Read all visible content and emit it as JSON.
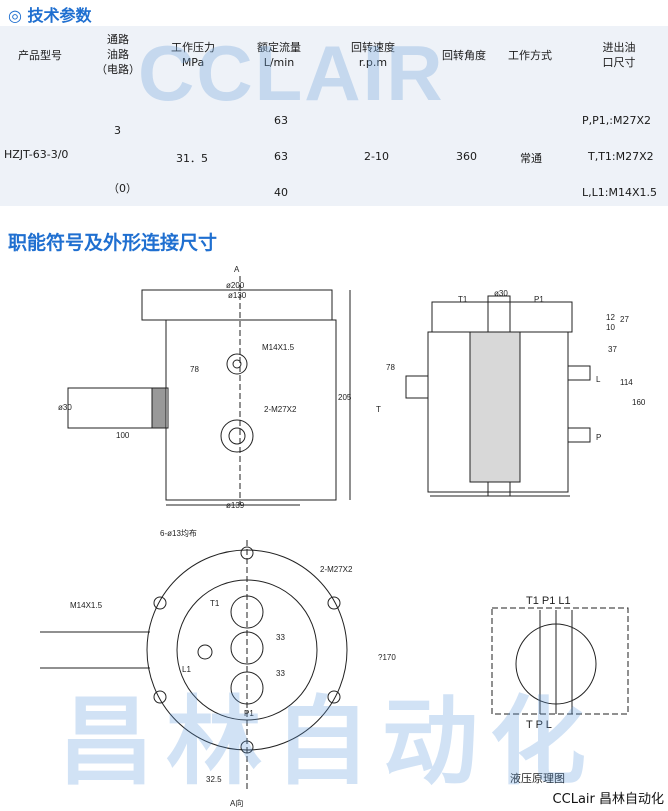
{
  "section_params": "◎ 技术参数",
  "section_symbols": "职能符号及外形连接尺寸",
  "table": {
    "headers": [
      "产品型号",
      "通路\n油路\n（电路）",
      "工作压力\nMPa",
      "额定流量\nL/min",
      "回转速度\nr.p.m",
      "回转角度",
      "工作方式",
      "进出油\n口尺寸"
    ],
    "model": "HZJT-63-3/0",
    "passages": [
      "3",
      "（0）"
    ],
    "pressure": "31．5",
    "flows": [
      "63",
      "63",
      "40"
    ],
    "speed": "2-10",
    "angle": "360",
    "mode": "常通",
    "ports": [
      "P,P1,:M27X2",
      "T,T1:M27X2",
      "L,L1:M14X1.5"
    ]
  },
  "drawing_labels": {
    "front": {
      "a_mark": "A",
      "d200": "ø200",
      "d130": "ø130",
      "m14": "M14X1.5",
      "m27": "2-M27X2",
      "d30": "ø30",
      "l100": "100",
      "h78": "78",
      "h205": "205",
      "d139": "ø139"
    },
    "section": {
      "t1": "T1",
      "p1": "P1",
      "d30": "ø30",
      "l": "L",
      "t": "T",
      "p": "P",
      "h78": "78",
      "h12": "12",
      "h10": "10",
      "h37": "37",
      "h114": "114",
      "h160": "160",
      "h27": "27"
    },
    "bottom": {
      "holes": "6-ø13均布",
      "m27": "2-M27X2",
      "m14": "M14X1.5",
      "t1": "T1",
      "l1": "L1",
      "p1": "P1",
      "d33a": "33",
      "d33b": "33",
      "d170": "?170",
      "d325": "32.5",
      "a_view": "A向"
    },
    "symbol": {
      "top": "T1 P1 L1",
      "bottom": "T P L",
      "caption": "液压原理图"
    }
  },
  "watermarks": {
    "brand": "CCLAIR",
    "cn": "昌林自动化"
  },
  "credit": "CCLair 昌林自动化"
}
